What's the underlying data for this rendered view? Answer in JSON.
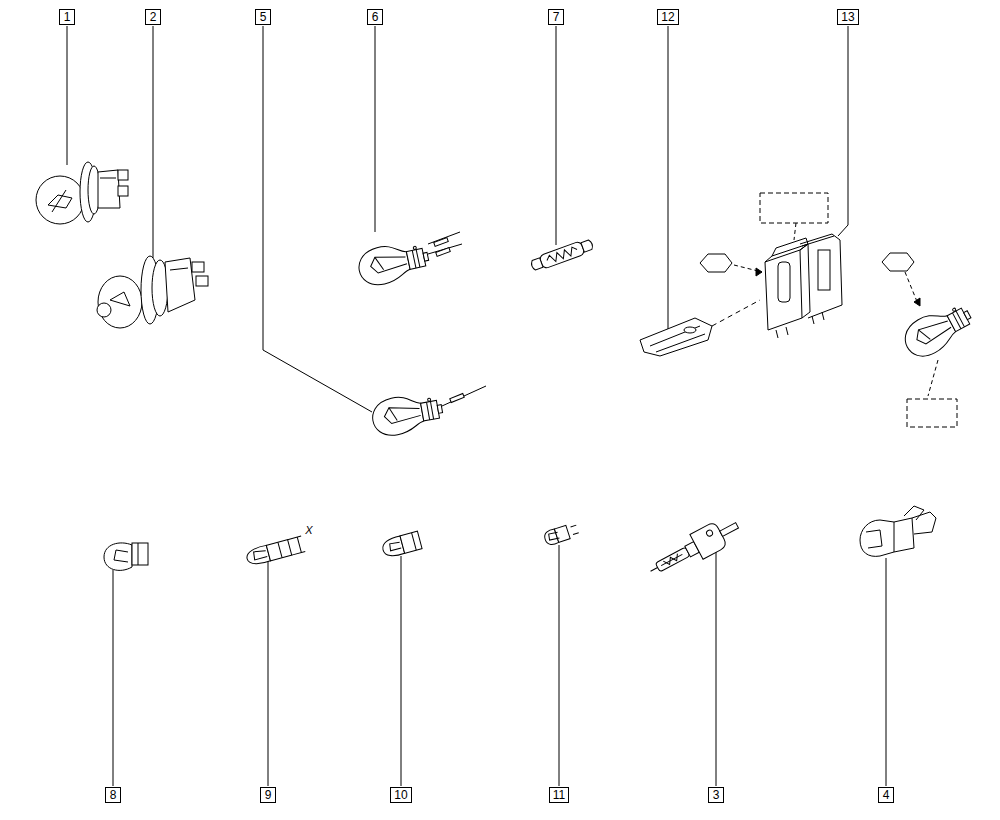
{
  "diagram": {
    "labels": [
      "1",
      "2",
      "5",
      "6",
      "7",
      "12",
      "13",
      "8",
      "9",
      "10",
      "11",
      "3",
      "4",
      "X"
    ]
  }
}
